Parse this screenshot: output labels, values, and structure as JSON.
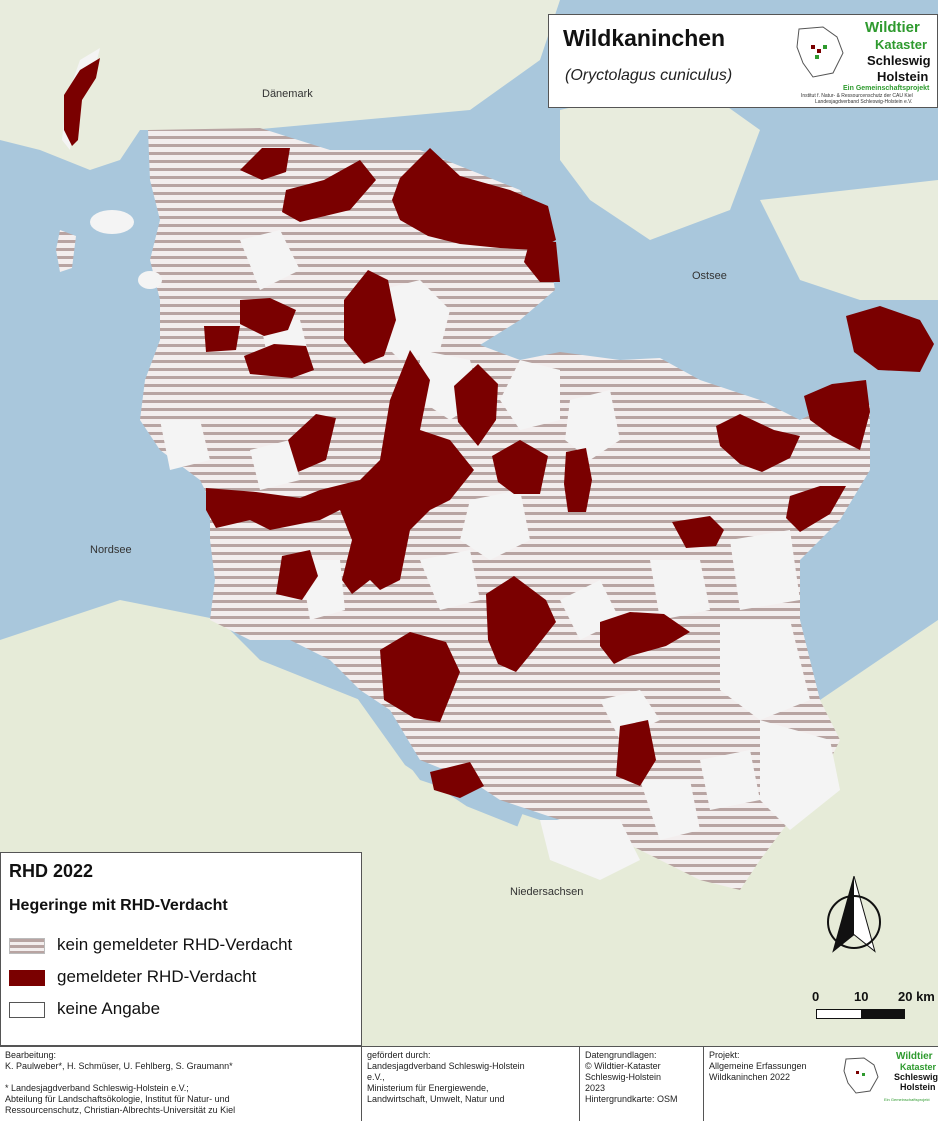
{
  "title": {
    "heading": "Wildkaninchen",
    "species": "(Oryctolagus cuniculus)"
  },
  "logo": {
    "line1": "Wildtier",
    "line2": "Kataster",
    "line3": "Schleswig",
    "line4": "Holstein",
    "tagline": "Ein Gemeinschaftsprojekt",
    "small1": "Institut f. Natur- & Ressourcenschutz der CAU Kiel",
    "small2": "Landesjagdverband Schleswig-Holstein e.V."
  },
  "places": {
    "daenemark": "Dänemark",
    "ostsee": "Ostsee",
    "nordsee": "Nordsee",
    "niedersachsen": "Niedersachsen"
  },
  "legend": {
    "title": "RHD 2022",
    "subtitle": "Hegeringe mit RHD-Verdacht",
    "items": [
      {
        "label": "kein gemeldeter RHD-Verdacht",
        "style": "striped"
      },
      {
        "label": "gemeldeter RHD-Verdacht",
        "color": "#7a0000"
      },
      {
        "label": "keine Angabe",
        "color": "#ffffff"
      }
    ]
  },
  "scalebar": {
    "labels": [
      "0",
      "10",
      "20 km"
    ]
  },
  "footer": {
    "bearbeitung": [
      "Bearbeitung:",
      "K. Paulweber*, H. Schmüser, U. Fehlberg, S. Graumann*",
      "",
      "* Landesjagdverband Schleswig-Holstein e.V.;",
      "Abteilung für Landschaftsökologie, Institut für Natur- und",
      "Ressourcenschutz, Christian-Albrechts-Universität zu Kiel"
    ],
    "gefoerdert": [
      "gefördert durch:",
      "Landesjagdverband Schleswig-Holstein",
      "e.V.,",
      "Ministerium für Energiewende,",
      "Landwirtschaft, Umwelt,  Natur und"
    ],
    "daten": [
      "Datengrundlagen:",
      "© Wildtier-Kataster",
      "Schleswig-Holstein",
      "2023",
      "Hintergrundkarte: OSM"
    ],
    "projekt": [
      "Projekt:",
      "Allgemeine Erfassungen",
      "Wildkaninchen 2022"
    ]
  },
  "colors": {
    "sea": "#a9c7dc",
    "land": "#e9eddf",
    "rhd": "#7a0000",
    "stripe": "#b8a4a2",
    "white": "#f6f6f6",
    "logo_green": "#2e9a2e"
  }
}
